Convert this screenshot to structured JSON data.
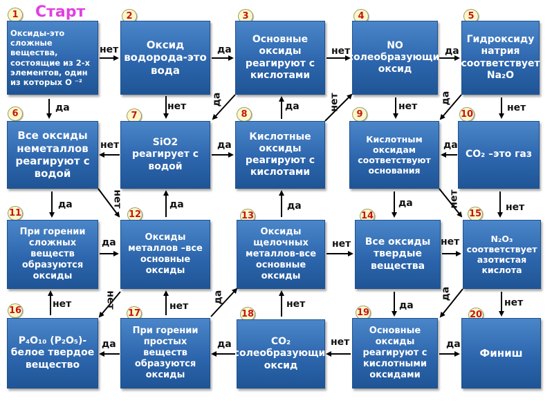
{
  "title": "Старт",
  "boxes": {
    "b1": "Оксиды-это сложные вещества, состоящие из 2-х элементов, один из которых O ⁻²",
    "b2": "Оксид водорода-это вода",
    "b3": "Основные оксиды реагируют с кислотами",
    "b4": "NO\n-солеобразующий оксид",
    "b5": "Гидроксиду натрия соответствует Na₂O",
    "b6": "Все оксиды неметаллов реагируют с водой",
    "b7": "SiO2 реагирует с водой",
    "b8": "Кислотные оксиды реагируют с кислотами",
    "b9": "Кислотным оксидам соответствуют основания",
    "b10": "CO₂ –это газ",
    "b11": "При горении сложных веществ образуются оксиды",
    "b12": "Оксиды металлов –все основные оксиды",
    "b13": "Оксиды щелочных металлов-все основные оксиды",
    "b14": "Все оксиды твердые вещества",
    "b15": "N₂O₃ соответствует азотистая кислота",
    "b16": "P₄O₁₀ (P₂O₅)-белое твердое вещество",
    "b17": "При горении простых веществ образуются оксиды",
    "b18": "CO₂ -солеобразующий оксид",
    "b19": "Основные оксиды реагируют с кислотными оксидами",
    "b20": "Финиш"
  },
  "numbers": [
    "1",
    "2",
    "3",
    "4",
    "5",
    "6",
    "7",
    "8",
    "9",
    "10",
    "11",
    "12",
    "13",
    "14",
    "15",
    "16",
    "17",
    "18",
    "19",
    "20"
  ],
  "labels": {
    "l1": "нет",
    "l2": "да",
    "l3": "нет",
    "l4": "да",
    "l5": "да",
    "l6": "нет",
    "l7": "да",
    "l8": "да",
    "l9": "нет",
    "l10": "нет",
    "l11": "да",
    "l12": "нет",
    "l13": "нет",
    "l14": "да",
    "l15": "да",
    "l16": "да",
    "l17": "нет",
    "l18": "да",
    "l19": "да",
    "l20": "нет",
    "l21": "нет",
    "l22": "да",
    "l23": "нет",
    "l24": "нет",
    "l25": "нет",
    "l26": "нет",
    "l27": "да",
    "l28": "нет",
    "l29": "да",
    "l30": "да",
    "l31": "нет",
    "l32": "да",
    "l33": "да",
    "l34": "нет",
    "l35": "да"
  },
  "colors": {
    "box": "#2d66ad",
    "title": "#e040e0",
    "number": "#c41414",
    "badge": "#fff7c8"
  }
}
